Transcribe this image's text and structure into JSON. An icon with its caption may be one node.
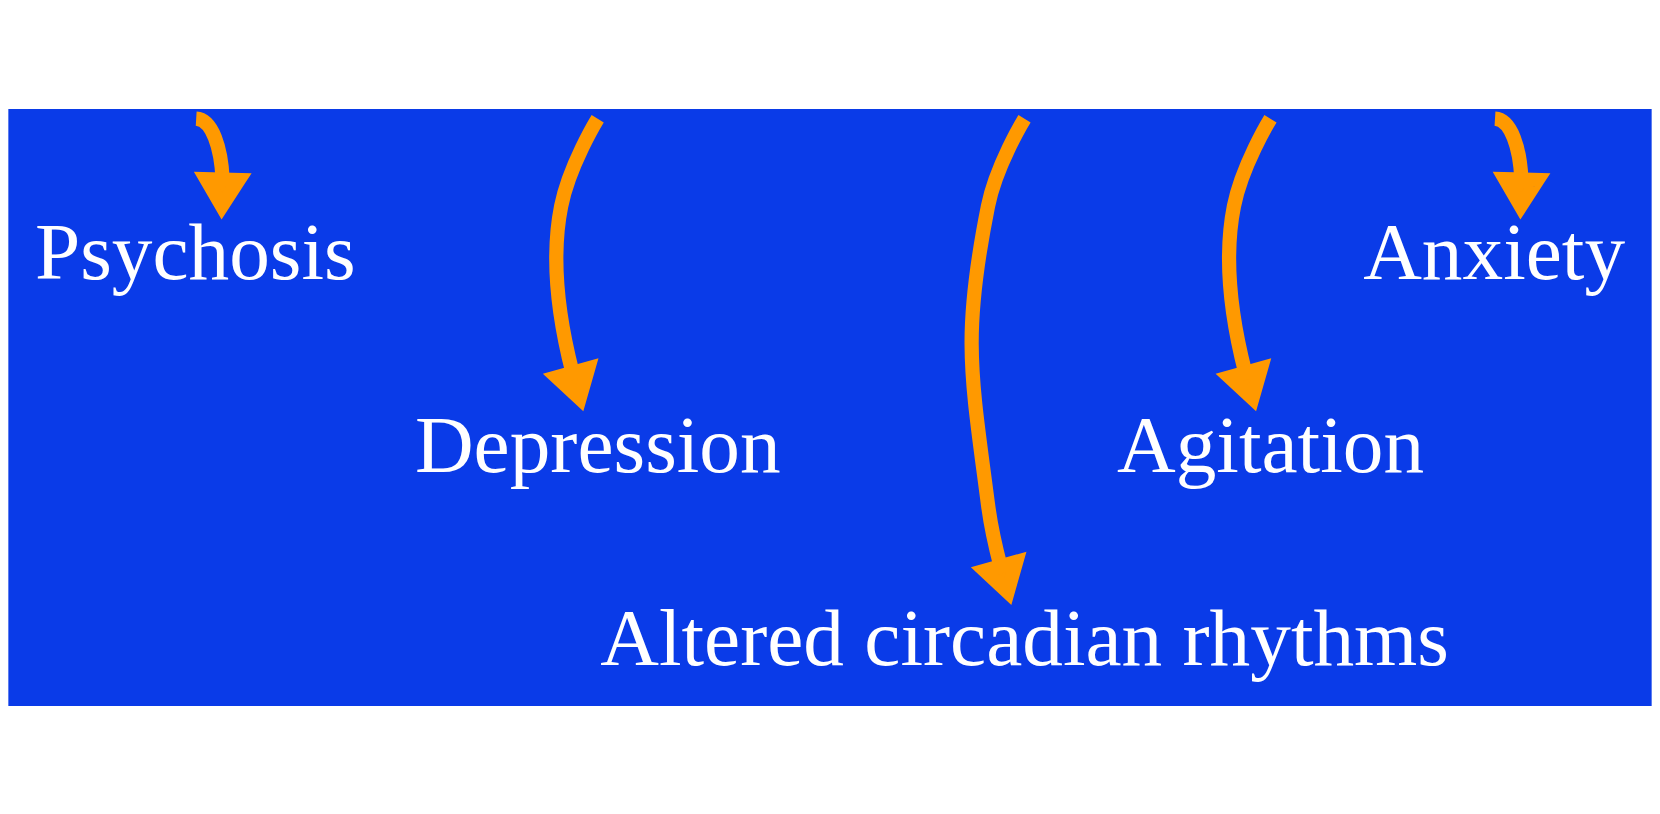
{
  "diagram": {
    "nodes": [
      {
        "text": [
          "Psychosis"
        ]
      },
      {
        "text": [
          "Depression"
        ]
      },
      {
        "text": [
          "Altered circadian rhythms"
        ]
      },
      {
        "text": [
          "Agitation"
        ]
      },
      {
        "text": [
          "Anxiety"
        ]
      }
    ],
    "edges": [
      {
        "from": null,
        "to": 0,
        "arrow": "to"
      },
      {
        "from": null,
        "to": 1,
        "arrow": "to"
      },
      {
        "from": null,
        "to": 2,
        "arrow": "to"
      },
      {
        "from": null,
        "to": 3,
        "arrow": "to"
      },
      {
        "from": null,
        "to": 4,
        "arrow": "to"
      }
    ]
  }
}
